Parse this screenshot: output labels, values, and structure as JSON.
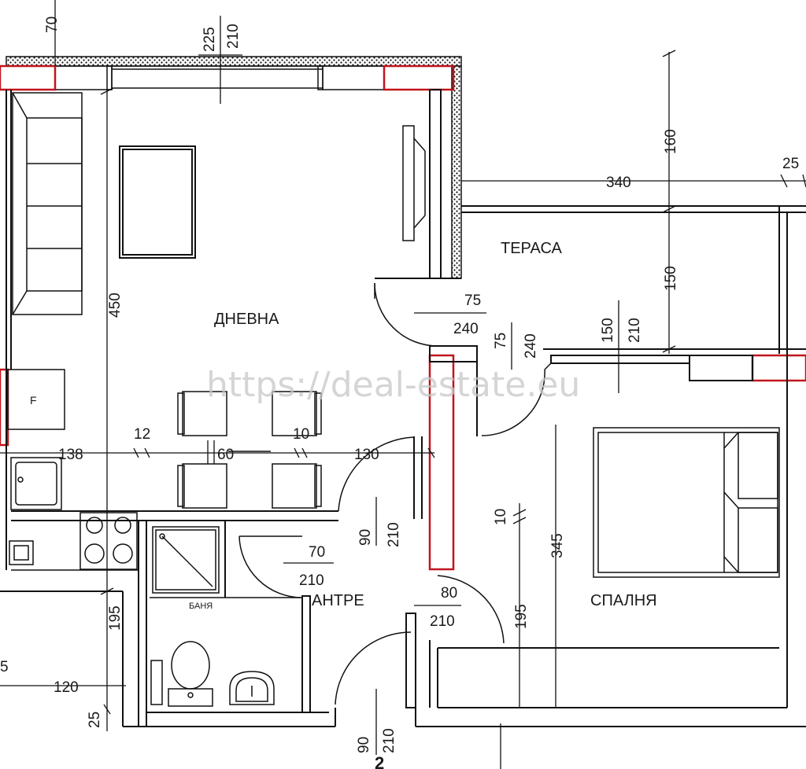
{
  "rooms": {
    "living": "ДНЕВНА",
    "terrace": "ТЕРАСА",
    "hall": "АНТРЕ",
    "bedroom": "СПАЛНЯ",
    "bath": "БАНЯ",
    "fridge": "F"
  },
  "watermark": "https://deal-estate.eu",
  "dims": {
    "d70": "70",
    "d225": "225",
    "d210a": "210",
    "d160": "160",
    "d25a": "25",
    "d340": "340",
    "d150a": "150",
    "d450": "450",
    "d75a": "75",
    "d240a": "240",
    "d75b": "75",
    "d240b": "240",
    "d150b": "150",
    "d210b": "210",
    "d138": "138",
    "d12": "12",
    "d60": "60",
    "d10a": "10",
    "d130": "130",
    "d90a": "90",
    "d210c": "210",
    "d70b": "70",
    "d210d": "210",
    "d10b": "10",
    "d345": "345",
    "d80": "80",
    "d210e": "210",
    "d195a": "195",
    "d195b": "195",
    "d5": "5",
    "d120": "120",
    "d25b": "25",
    "d90b": "90",
    "d210f": "210",
    "d2": "2"
  }
}
